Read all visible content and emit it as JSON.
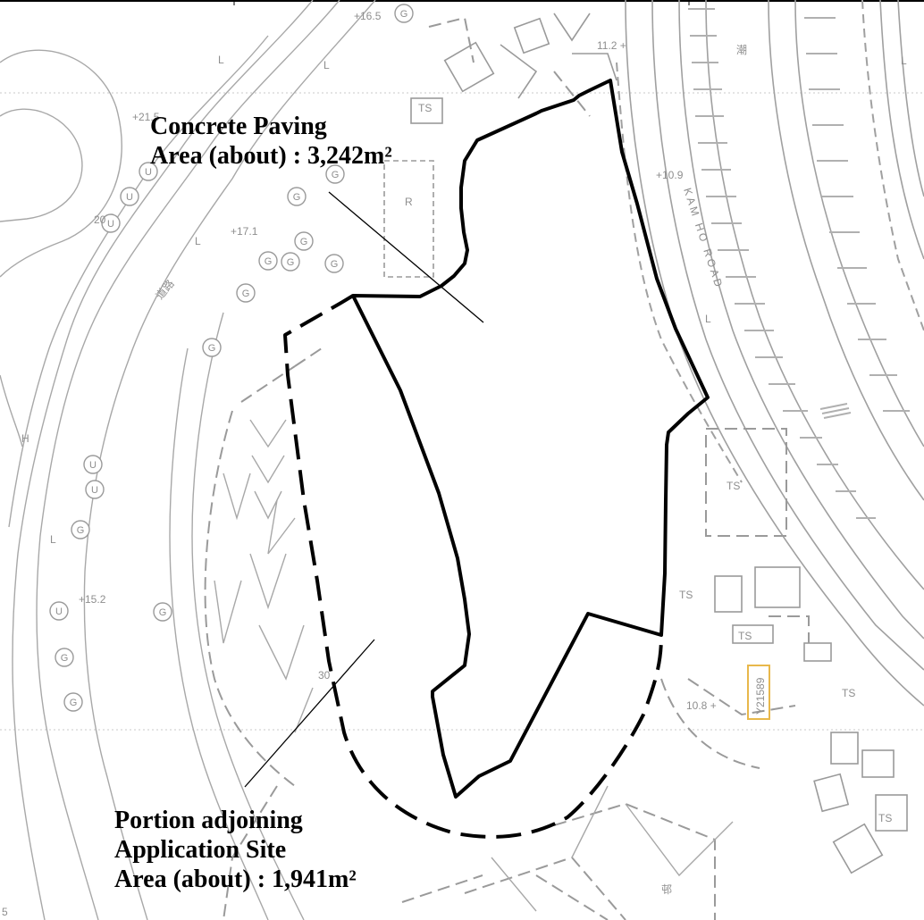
{
  "labels": {
    "concrete_paving": {
      "line1": "Concrete Paving",
      "line2": "Area (about) : 3,242m²"
    },
    "portion_adjoining": {
      "line1": "Portion adjoining",
      "line2": "Application Site",
      "line3": "Area (about) : 1,941m²"
    }
  },
  "map_text": {
    "road_name": "KAM HO ROAD",
    "lot_number": "Y21589",
    "ts": "TS",
    "r": "R",
    "l": "L",
    "h": "H",
    "g": "G",
    "u": "U",
    "spot_21_5": "+21.5",
    "spot_20": "20",
    "spot_17_1": "+17.1",
    "spot_16_5": "+16.5",
    "spot_15_2": "+15.2",
    "spot_10_9": "+10.9",
    "spot_10_8": "10.8 +",
    "spot_11_2": "11.2 +",
    "spot_30": "30",
    "spot_5": "5",
    "chinese_road": "道路",
    "chinese_vert": "潮",
    "chinese_bottom": "邨"
  },
  "colors": {
    "boundary": "#000000",
    "basemap": "#9a9a9a",
    "lot_box": "#e8b84b"
  }
}
